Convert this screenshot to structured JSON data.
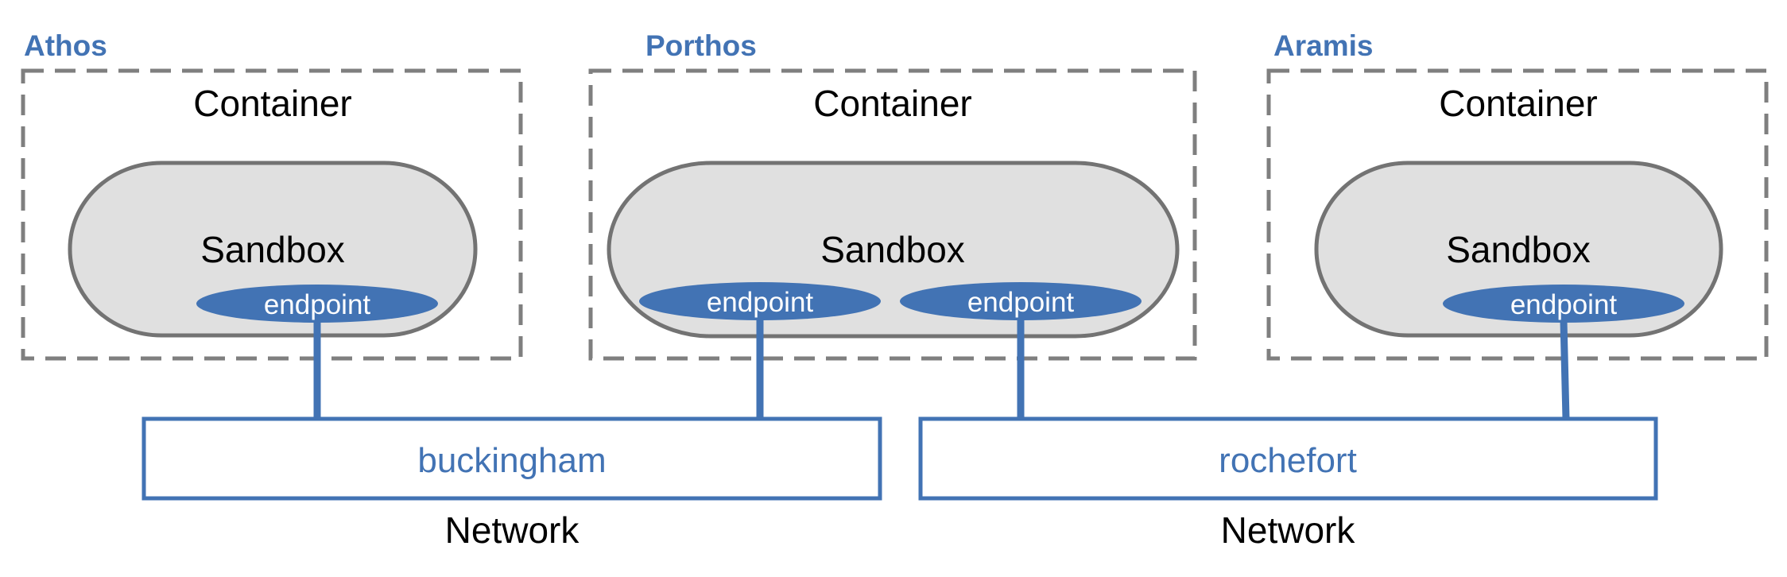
{
  "hosts": [
    {
      "name": "Athos",
      "container_label": "Container",
      "sandbox_label": "Sandbox",
      "endpoints": [
        {
          "label": "endpoint",
          "network": "buckingham"
        }
      ]
    },
    {
      "name": "Porthos",
      "container_label": "Container",
      "sandbox_label": "Sandbox",
      "endpoints": [
        {
          "label": "endpoint",
          "network": "buckingham"
        },
        {
          "label": "endpoint",
          "network": "rochefort"
        }
      ]
    },
    {
      "name": "Aramis",
      "container_label": "Container",
      "sandbox_label": "Sandbox",
      "endpoints": [
        {
          "label": "endpoint",
          "network": "rochefort"
        }
      ]
    }
  ],
  "networks": [
    {
      "name": "buckingham",
      "caption": "Network"
    },
    {
      "name": "rochefort",
      "caption": "Network"
    }
  ],
  "colors": {
    "accent": "#4273b4",
    "sandbox_fill": "#e0e0e0",
    "container_border": "#7f7f7f"
  }
}
